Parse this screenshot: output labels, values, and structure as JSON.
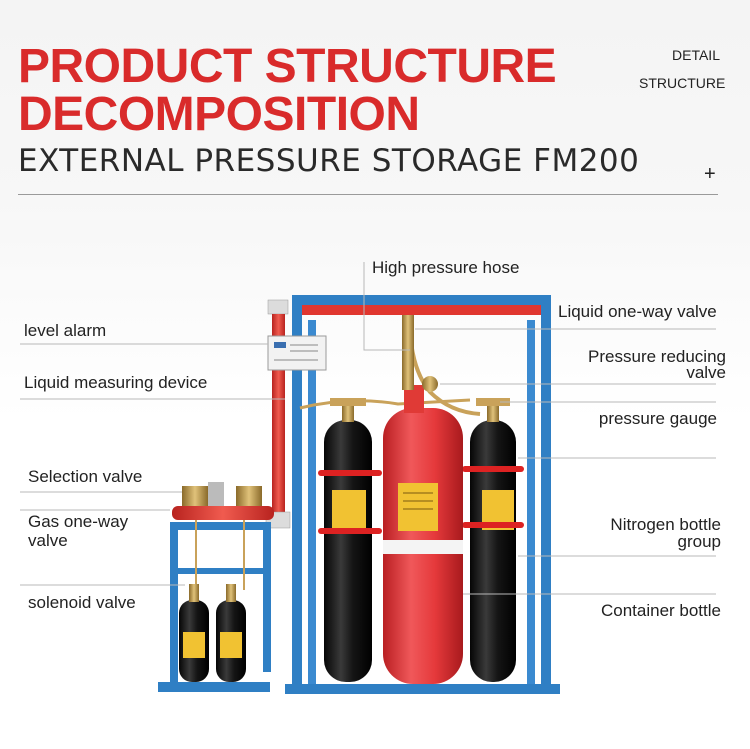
{
  "header": {
    "title_line1": "PRODUCT STRUCTURE",
    "title_line2": "DECOMPOSITION",
    "subtitle": "EXTERNAL PRESSURE STORAGE FM200",
    "detail": "DETAIL",
    "structure": "STRUCTURE",
    "plus": "+"
  },
  "labels": {
    "left": {
      "level_alarm": "level alarm",
      "liquid_measuring_device": "Liquid measuring device",
      "selection_valve": "Selection valve",
      "gas_one_way_valve_1": "Gas one-way",
      "gas_one_way_valve_2": "valve",
      "solenoid_valve": "solenoid valve"
    },
    "right": {
      "high_pressure_hose": "High pressure hose",
      "liquid_one_way_valve": "Liquid one-way valve",
      "pressure_reducing_valve_1": "Pressure reducing",
      "pressure_reducing_valve_2": "valve",
      "pressure_gauge": "pressure gauge",
      "nitrogen_bottle_group_1": "Nitrogen bottle",
      "nitrogen_bottle_group_2": "group",
      "container_bottle": "Container bottle"
    }
  },
  "colors": {
    "title_red": "#d92b2b",
    "frame_blue": "#2f7fc4",
    "pipe_red": "#e0362f",
    "bottle_black": "#1b1b1b",
    "container_red": "#e5393b"
  }
}
